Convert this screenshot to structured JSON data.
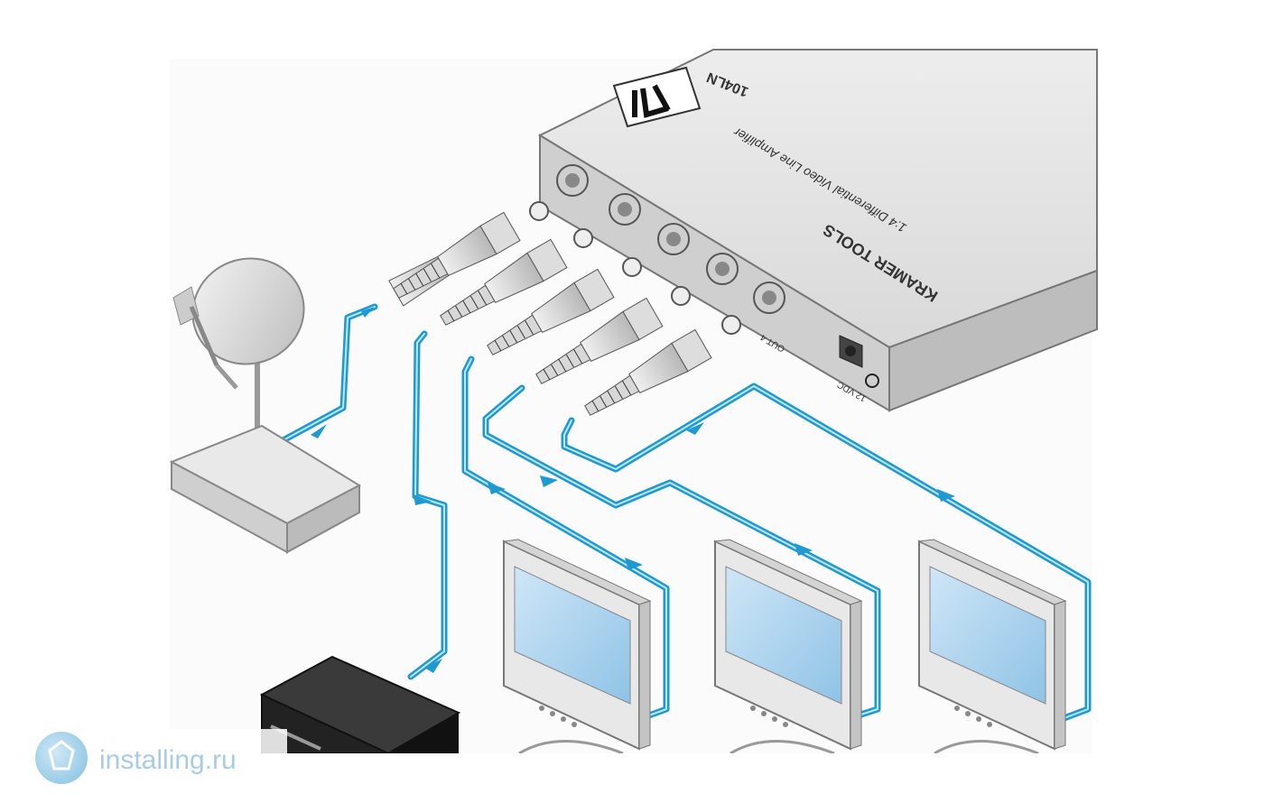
{
  "device": {
    "model": "104LN",
    "description": "1:4 Differential Video Line Amplifier",
    "brand": "KRAMER TOOLS",
    "port_label": "OUT 4",
    "power_label": "12 VDC"
  },
  "watermark": {
    "text": "installing.ru"
  },
  "colors": {
    "cable": "#1e9ad0",
    "cable_light": "#bfe6f5",
    "device_body": "#e6e6e6",
    "screen": "#a9d2ee"
  }
}
